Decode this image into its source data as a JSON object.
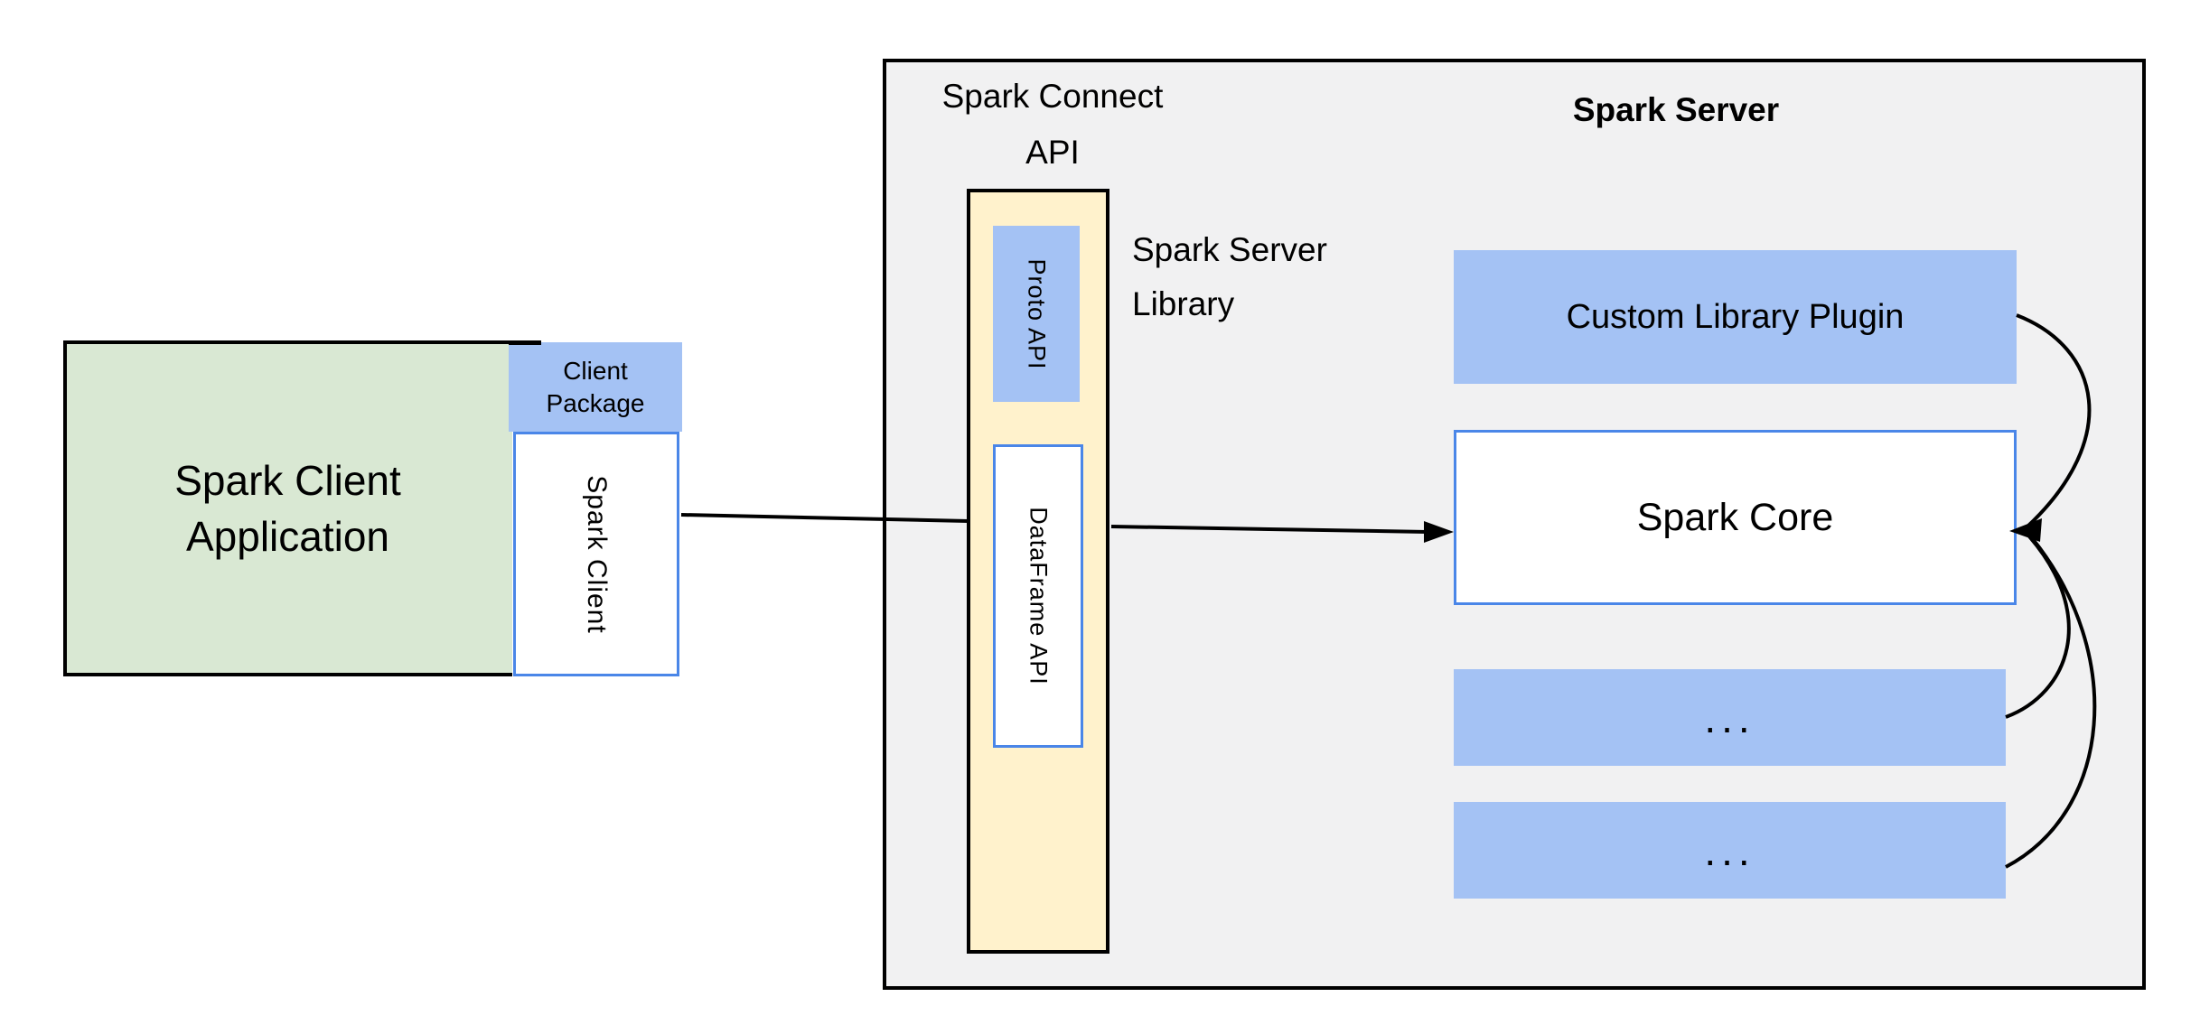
{
  "colors": {
    "blue_fill": "#a4c2f4",
    "green_fill": "#d9e8d3",
    "yellow_fill": "#fff2cc",
    "gray_fill": "#f1f1f2",
    "blue_stroke": "#4a86e8",
    "line_color": "#000000"
  },
  "client_app": {
    "lines": [
      "Spark Client",
      "Application"
    ]
  },
  "client_package": {
    "lines": [
      "Client",
      "Package"
    ]
  },
  "spark_client": {
    "label": "Spark Client"
  },
  "connect_api": {
    "lines": [
      "Spark Connect",
      "API"
    ]
  },
  "spark_server": {
    "title": "Spark Server"
  },
  "server_library": {
    "lines": [
      "Spark Server",
      "Library"
    ]
  },
  "proto_api": {
    "label": "Proto API"
  },
  "dataframe_api": {
    "label": "DataFrame API"
  },
  "custom_plugin": {
    "label": "Custom Library Plugin"
  },
  "spark_core": {
    "label": "Spark Core"
  },
  "plugin_slot_1": {
    "label": "..."
  },
  "plugin_slot_2": {
    "label": "..."
  }
}
